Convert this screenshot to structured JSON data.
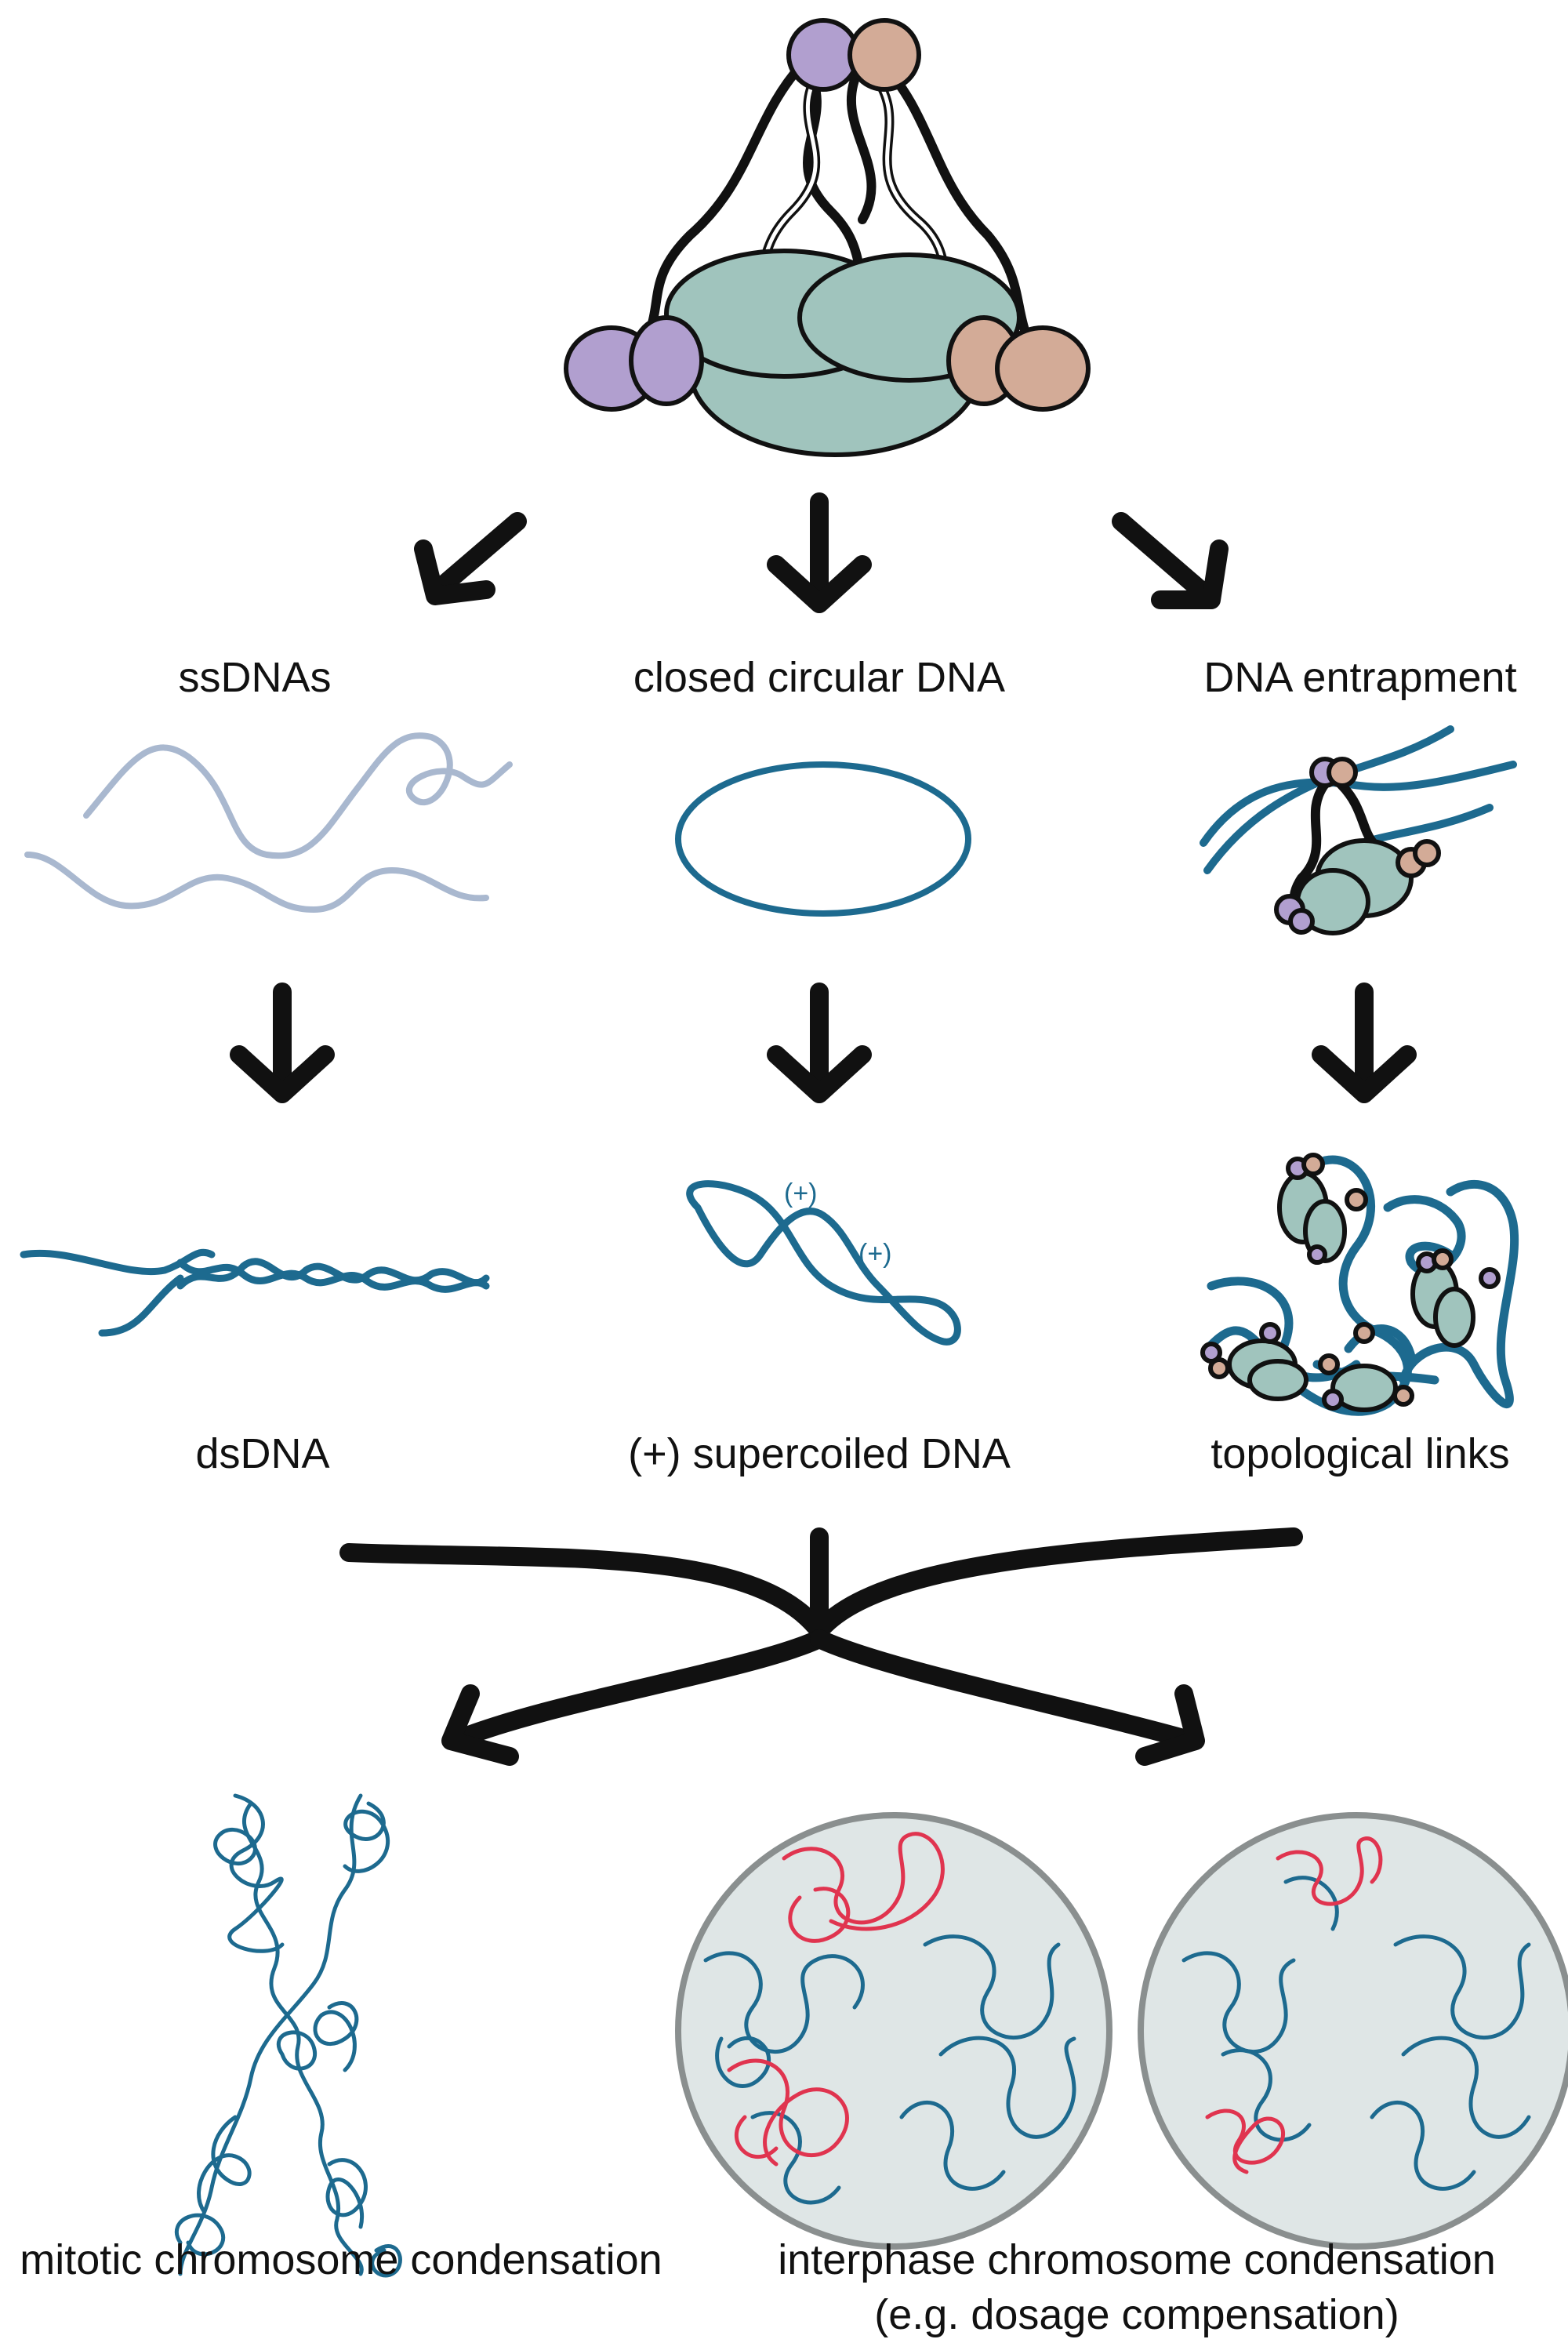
{
  "labels": {
    "ssdnas": "ssDNAs",
    "closed_circular": "closed circular DNA",
    "entrapment": "DNA entrapment",
    "dsdna": "dsDNA",
    "supercoiled": "(+) supercoiled DNA",
    "topological": "topological links",
    "mitotic": "mitotic chromosome condensation",
    "interphase_line1": "interphase chromosome condensation",
    "interphase_line2": "(e.g. dosage compensation)",
    "plus_sign": "(+)"
  },
  "colors": {
    "dna_blue": "#1d6a8f",
    "ssdna_light": "#a9b8cf",
    "red_chromatin": "#e0344f",
    "protein_green": "#a0c4bd",
    "protein_purple": "#b19fcf",
    "protein_tan": "#d3ab97",
    "nucleus_fill": "#dfe6e6",
    "nucleus_border": "#8a8f8f"
  }
}
